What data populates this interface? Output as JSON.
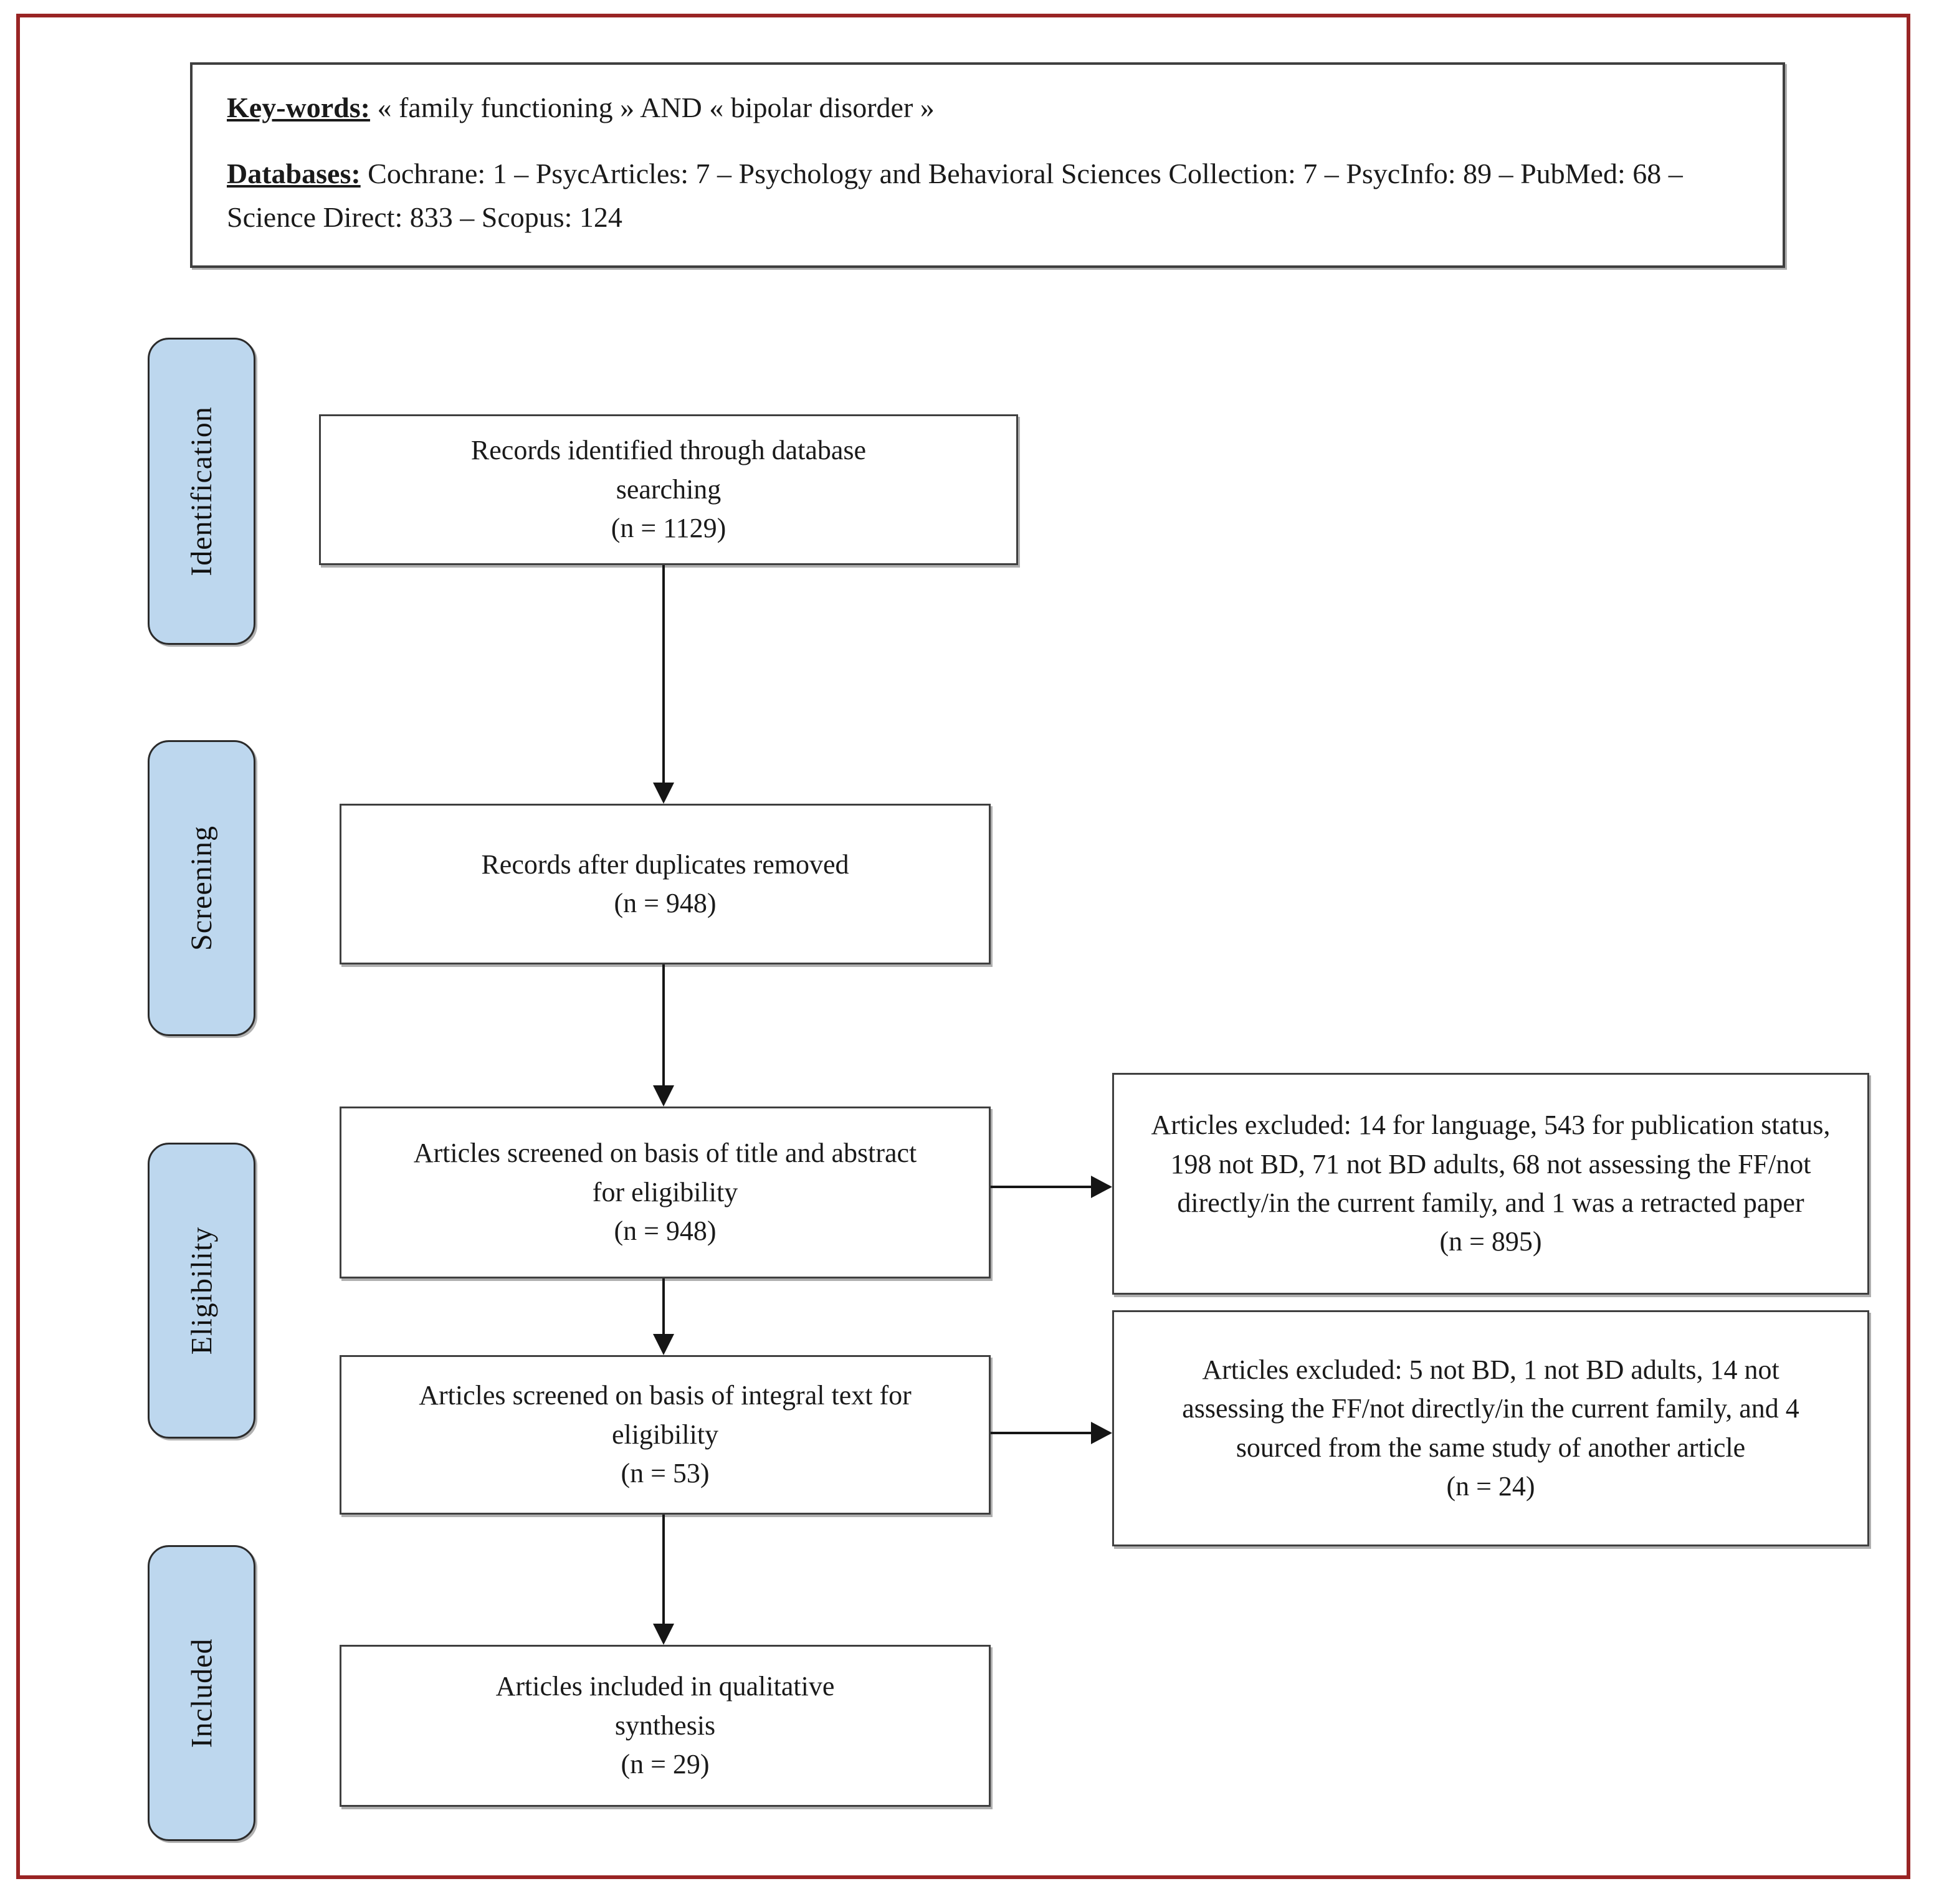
{
  "figure": {
    "type": "PRISMA flow diagram",
    "accent_border_color": "#992424",
    "stage_fill_color": "#bdd7ee",
    "box_border_color": "#3f3f3f"
  },
  "header": {
    "keywords_label": "Key-words:",
    "keywords_text": "« family functioning » AND « bipolar disorder »",
    "databases_label": "Databases:",
    "databases_text": "Cochrane: 1 – PsycArticles: 7 – Psychology and Behavioral Sciences Collection: 7 – PsycInfo: 89 – PubMed: 68 – Science Direct: 833 – Scopus: 124"
  },
  "stages": [
    {
      "label": "Identification"
    },
    {
      "label": "Screening"
    },
    {
      "label": "Eligibility"
    },
    {
      "label": "Included"
    }
  ],
  "flow_boxes": [
    {
      "text": "Records identified through database searching",
      "n": "(n = 1129)"
    },
    {
      "text": "Records after duplicates removed",
      "n": "(n = 948)"
    },
    {
      "text": "Articles screened on basis of title and abstract for eligibility",
      "n": "(n = 948)"
    },
    {
      "text": "Articles screened on basis of integral text for eligibility",
      "n": "(n = 53)"
    },
    {
      "text": "Articles included in qualitative synthesis",
      "n": "(n = 29)"
    }
  ],
  "exclusion_boxes": [
    {
      "text": "Articles excluded: 14 for language, 543 for publication status, 198 not BD, 71 not BD adults, 68 not assessing the FF/not directly/in the current family, and 1 was a retracted paper",
      "n": "(n = 895)"
    },
    {
      "text": "Articles excluded: 5 not BD, 1 not BD adults, 14 not assessing the FF/not directly/in the current family, and 4 sourced from the same study of another article",
      "n": "(n = 24)"
    }
  ]
}
